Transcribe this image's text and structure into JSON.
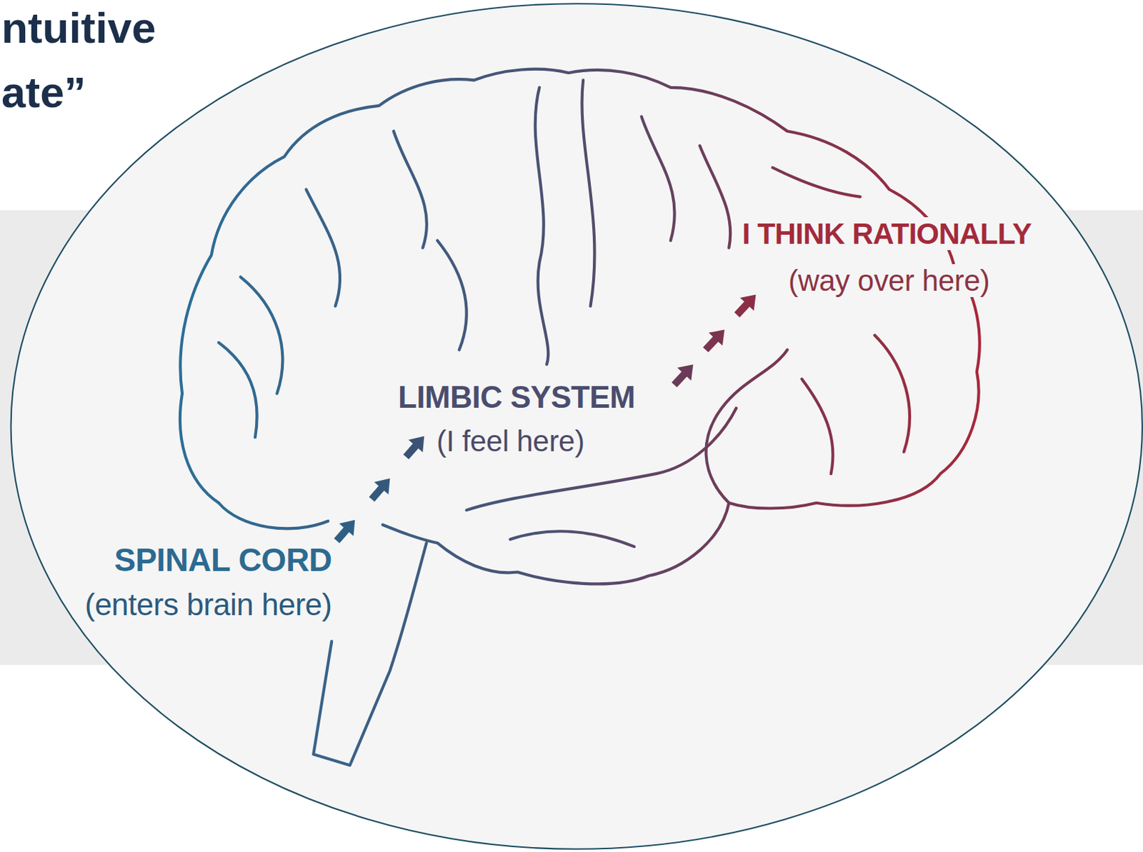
{
  "diagram": {
    "title": "ntuitive ate”",
    "labels": [
      "SPINAL CORD",
      "(enters brain here)",
      "LIMBIC SYSTEM",
      "(I feel here)",
      "I THINK RATIONALLY",
      "(way over here)"
    ]
  }
}
